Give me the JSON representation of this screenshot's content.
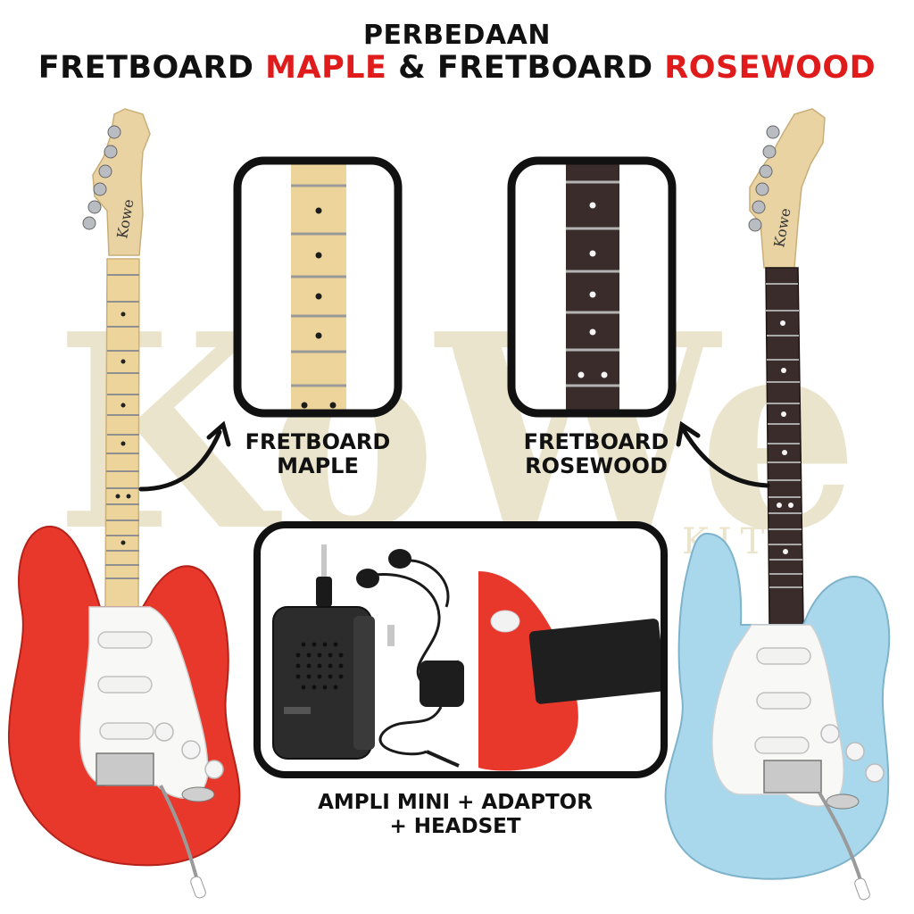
{
  "title": {
    "line1": "PERBEDAAN",
    "line2_a": "FRETBOARD ",
    "line2_b": "MAPLE",
    "line2_c": " & FRETBOARD ",
    "line2_d": "ROSEWOOD"
  },
  "watermark": {
    "brand": "KoWe",
    "tagline": "GITAR KITA"
  },
  "labels": {
    "maple_line1": "FRETBOARD",
    "maple_line2": "MAPLE",
    "rosewood_line1": "FRETBOARD",
    "rosewood_line2": "ROSEWOOD",
    "ampli_line1": "AMPLI MINI + ADAPTOR",
    "ampli_line2": "+ HEADSET"
  },
  "headstock_logo": "Kowe",
  "colors": {
    "accent_red": "#e01b1b",
    "guitar_red": "#e8382c",
    "guitar_blue": "#a9d8ec",
    "maple": "#ecd49a",
    "rosewood": "#3a2c2a",
    "frame": "#111111"
  }
}
